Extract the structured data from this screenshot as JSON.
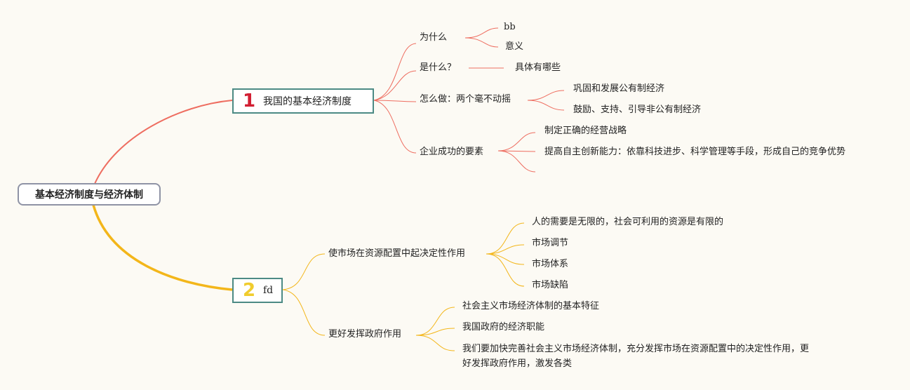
{
  "root": {
    "label": "基本经济制度与经济体制"
  },
  "topic1": {
    "number": "1",
    "number_color": "#d21f33",
    "label": "我国的基本经济制度",
    "line_color": "#ee6d60",
    "children": [
      {
        "label": "为什么",
        "children": [
          "bb",
          "意义"
        ]
      },
      {
        "label": "是什么？",
        "children": [
          "具体有哪些"
        ]
      },
      {
        "label": "怎么做：两个毫不动摇",
        "children": [
          "巩固和发展公有制经济",
          "鼓励、支持、引导非公有制经济"
        ]
      },
      {
        "label": "企业成功的要素",
        "children": [
          "制定正确的经营战略",
          "提高自主创新能力：依靠科技进步、科学管理等手段，形成自己的竞争优势",
          ""
        ]
      }
    ]
  },
  "topic2": {
    "number": "2",
    "number_color": "#f0cc2e",
    "label": "fd",
    "line_color": "#f3b61a",
    "children": [
      {
        "label": "使市场在资源配置中起决定性作用",
        "children": [
          "人的需要是无限的，社会可利用的资源是有限的",
          "市场调节",
          "市场体系",
          "市场缺陷"
        ]
      },
      {
        "label": "更好发挥政府作用",
        "children": [
          "社会主义市场经济体制的基本特征",
          "我国政府的经济职能",
          "我们要加快完善社会主义市场经济体制，充分发挥市场在资源配置中的决定性作用，更好发挥政府作用，激发各类"
        ]
      }
    ]
  }
}
